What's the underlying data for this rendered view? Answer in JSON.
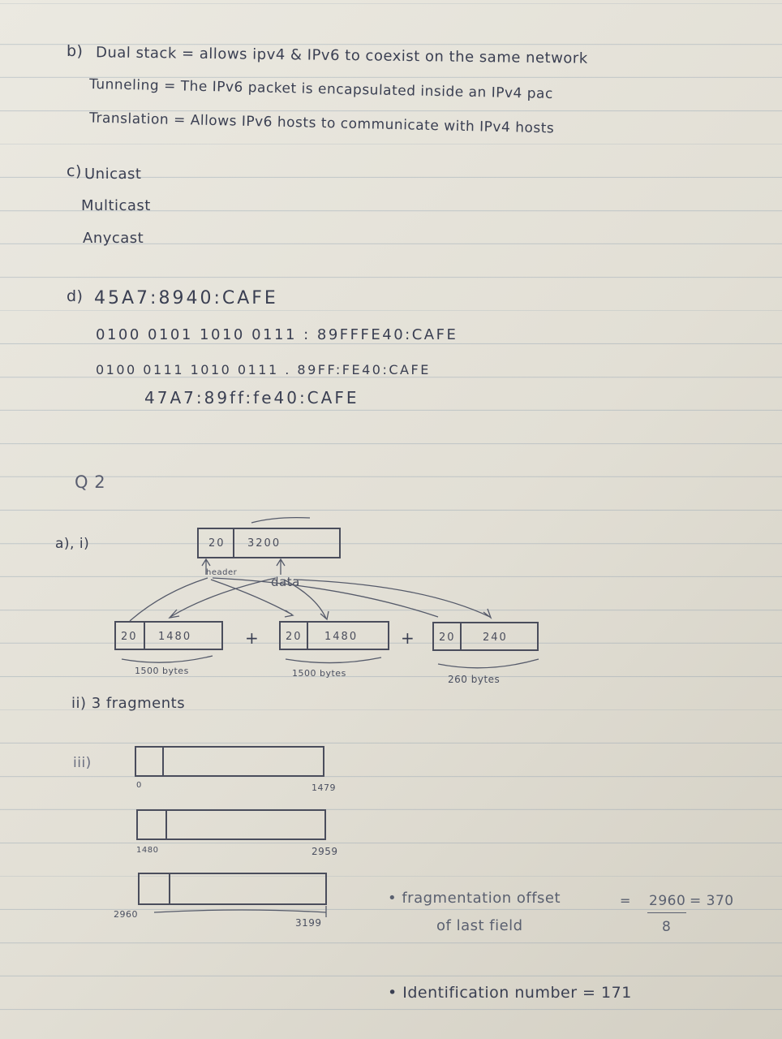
{
  "section_b": {
    "label": "b)",
    "line1": "Dual stack = allows ipv4 & IPv6 to coexist on the same network",
    "line2": "Tunneling = The IPv6 packet is encapsulated inside an IPv4 pac",
    "line3": "Translation = Allows IPv6 hosts to communicate with IPv4 hosts"
  },
  "section_c": {
    "label": "c)",
    "items": [
      "Unicast",
      "Multicast",
      "Anycast"
    ]
  },
  "section_d": {
    "label": "d)",
    "line1": "45A7:8940:CAFE",
    "line2": "0100 0101 1010 0111 : 89FFFE40:CAFE",
    "line3": "0100 0111 1010 0111 . 89FF:FE40:CAFE",
    "line4": "47A7:89ff:fe40:CAFE"
  },
  "q2": {
    "title": "Q 2",
    "part_a_label": "a), i)",
    "original": {
      "header": "20",
      "data": "3200"
    },
    "header_label": "header",
    "data_label": "data",
    "fragments": [
      {
        "header": "20",
        "data": "1480",
        "size": "1500 bytes"
      },
      {
        "header": "20",
        "data": "1480",
        "size": "1500 bytes"
      },
      {
        "header": "20",
        "data": "240",
        "size": "260 bytes"
      }
    ],
    "plus": "+",
    "part_ii": "ii) 3 fragments",
    "part_iii_label": "iii)",
    "ranges": [
      {
        "start": "0",
        "end": "1479"
      },
      {
        "start": "1480",
        "end": "2959"
      },
      {
        "start": "2960",
        "end": "3199"
      }
    ],
    "offset_label_1": "• fragmentation offset",
    "offset_label_2": "of last field",
    "offset_numerator": "2960",
    "offset_denominator": "8",
    "offset_result": "= 370",
    "offset_eq": "=",
    "identification": "• Identification number = 171"
  }
}
